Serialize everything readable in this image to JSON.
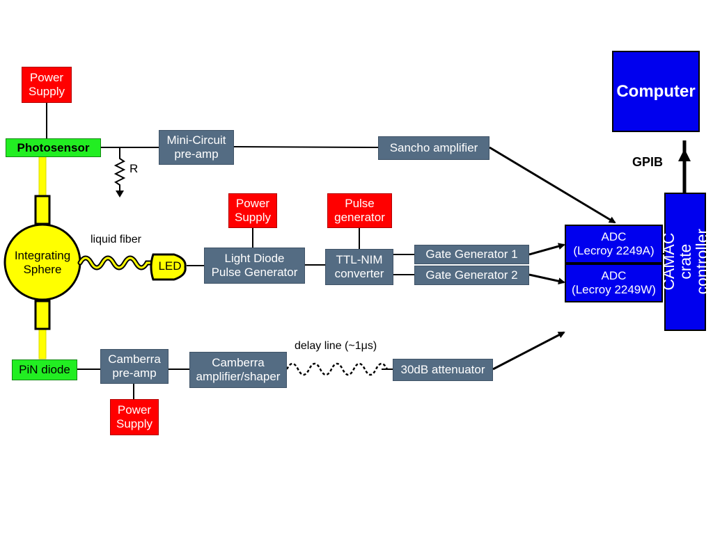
{
  "power_supply_top": "Power\nSupply",
  "photosensor": "Photosensor",
  "resistor_label": "R",
  "mini_circuit": "Mini-Circuit\npre-amp",
  "sancho": "Sancho amplifier",
  "integrating_sphere": "Integrating\nSphere",
  "liquid_fiber": "liquid fiber",
  "led": "LED",
  "power_supply_mid": "Power\nSupply",
  "light_diode": "Light Diode\nPulse Generator",
  "pulse_generator": "Pulse\ngenerator",
  "ttl_nim": "TTL-NIM\nconverter",
  "gate_generator_1": "Gate Generator 1",
  "gate_generator_2": "Gate Generator 2",
  "adc_a": "ADC\n(Lecroy 2249A)",
  "adc_w": "ADC\n(Lecroy 2249W)",
  "camac": "CAMAC\ncrate controller",
  "computer": "Computer",
  "gpib": "GPIB",
  "pin_diode": "PiN diode",
  "camberra_preamp": "Camberra\npre-amp",
  "power_supply_bottom": "Power\nSupply",
  "camberra_amp": "Camberra\namplifier/shaper",
  "delay_line": "delay line (~1μs)",
  "attenuator": "30dB attenuator",
  "colors": {
    "block_gray": "#546c83",
    "power_red": "#ff0000",
    "sensor_green": "#22ee22",
    "daq_blue": "#0000ee",
    "optics_yellow": "#ffff00"
  }
}
